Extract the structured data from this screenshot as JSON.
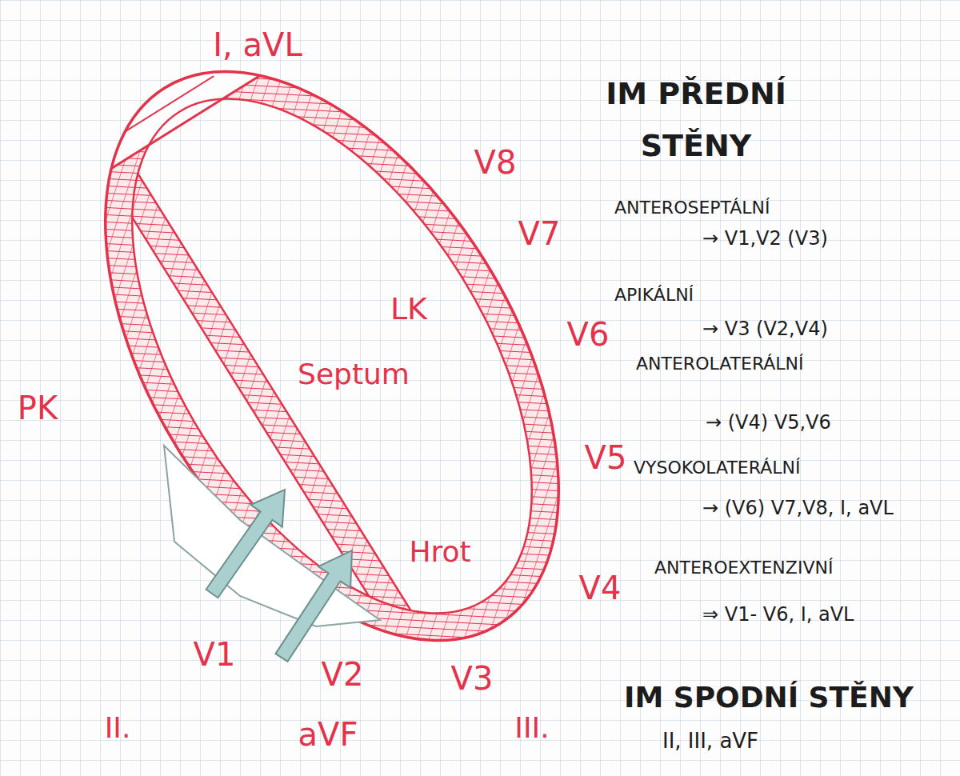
{
  "diagram": {
    "labels": [
      "I, aVL",
      "V8",
      "V7",
      "LK",
      "V6",
      "PK",
      "Septum",
      "V5",
      "Hrot",
      "V4",
      "V1",
      "V2",
      "V3",
      "II.",
      "aVF",
      "III.",
      "IM PŘEDNÍ STĚNY",
      "ANTEROSEPTÁLNÍ",
      "→ V1,V2 (V3)",
      "APIKÁLNÍ",
      "→ V3 (V2,V4)",
      "ANTEROLATERÁLNÍ",
      "→ (V4) V5,V6",
      "VYSOKOLATERÁLNÍ",
      "→ (V6) V7,V8, I, aVL",
      "ANTEROEXTENZIVNÍ",
      "⇒ V1- V6, I, aVL",
      "IM SPODNÍ STĚNY",
      "II, III, aVF"
    ]
  }
}
